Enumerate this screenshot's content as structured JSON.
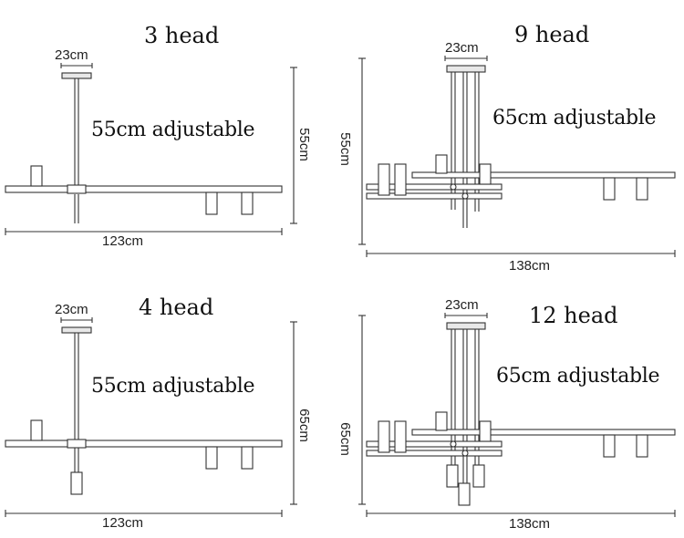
{
  "panels": {
    "p3": {
      "title": "3 head",
      "top_width": "23cm",
      "height_label": "55cm",
      "adjustable": "55cm adjustable",
      "width_label": "123cm"
    },
    "p9": {
      "title": "9 head",
      "top_width": "23cm",
      "height_label": "55cm",
      "adjustable": "65cm adjustable",
      "width_label": "138cm"
    },
    "p4": {
      "title": "4 head",
      "top_width": "23cm",
      "height_label": "65cm",
      "adjustable": "55cm adjustable",
      "width_label": "123cm"
    },
    "p12": {
      "title": "12 head",
      "top_width": "23cm",
      "height_label": "65cm",
      "adjustable": "65cm adjustable",
      "width_label": "138cm"
    }
  }
}
